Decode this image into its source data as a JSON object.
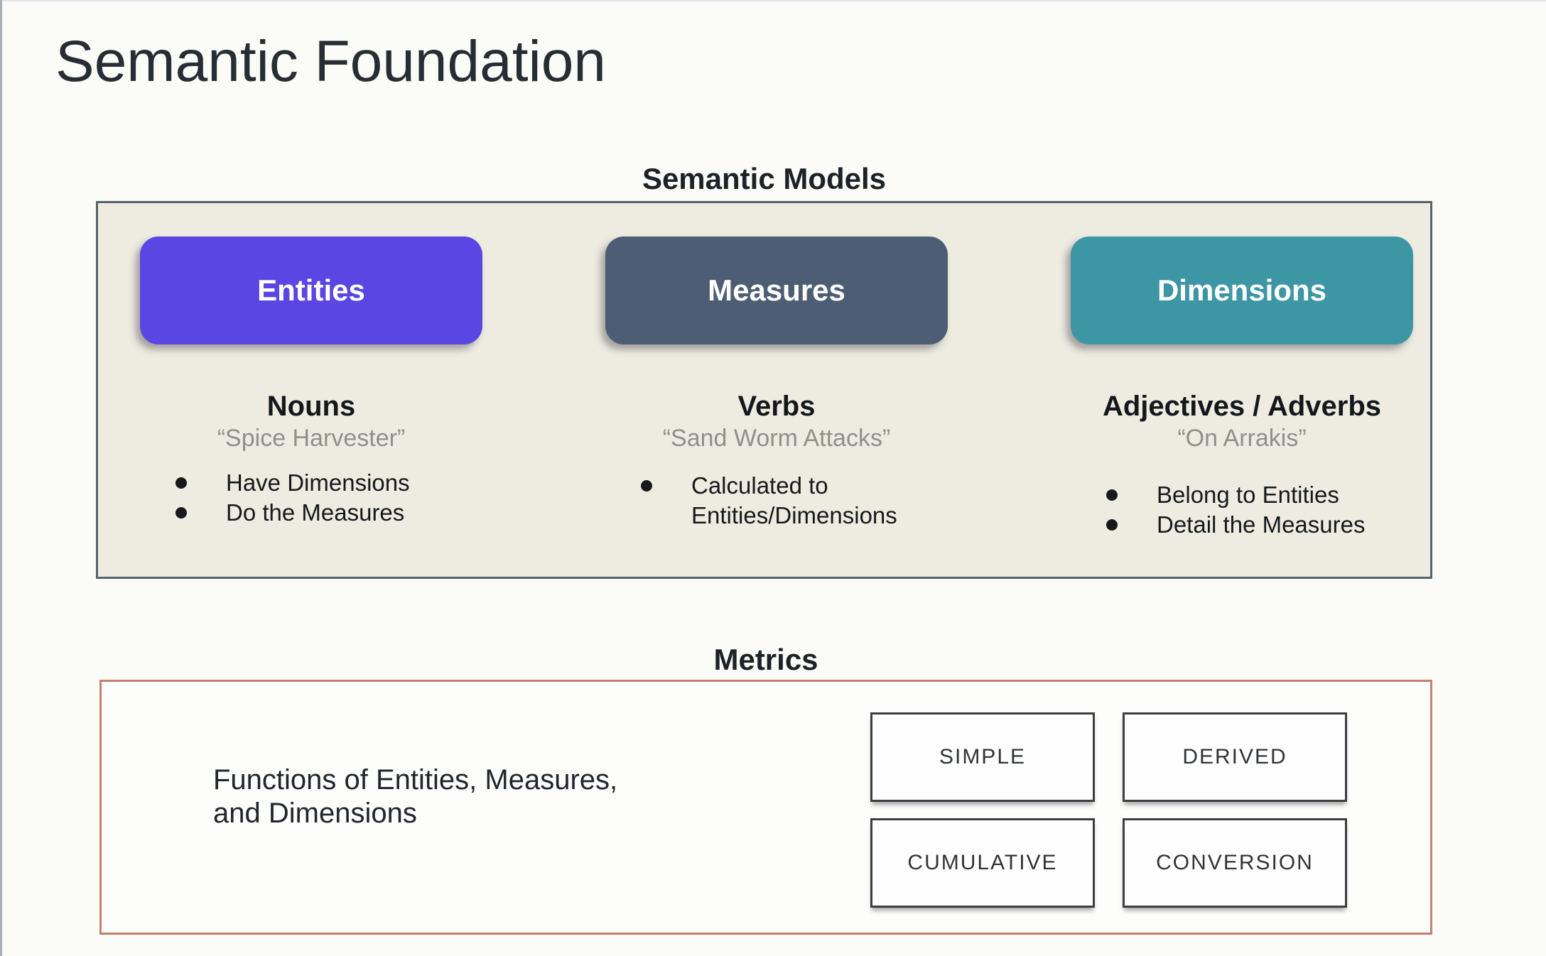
{
  "slide": {
    "title": "Semantic Foundation"
  },
  "semantic_models": {
    "heading": "Semantic Models",
    "panel_bg": "#eeebe1",
    "panel_border_color": "#57636a",
    "columns": [
      {
        "button_label": "Entities",
        "button_color": "#5a46e2",
        "role": "Nouns",
        "example": "“Spice Harvester”",
        "bullets": [
          "Have Dimensions",
          "Do the Measures"
        ]
      },
      {
        "button_label": "Measures",
        "button_color": "#4d5e74",
        "role": "Verbs",
        "example": "“Sand Worm Attacks”",
        "bullets": [
          "Calculated to Entities/Dimensions"
        ]
      },
      {
        "button_label": "Dimensions",
        "button_color": "#3d96a4",
        "role": "Adjectives / Adverbs",
        "example": "“On Arrakis”",
        "bullets": [
          "Belong to Entities",
          "Detail the Measures"
        ]
      }
    ]
  },
  "metrics": {
    "heading": "Metrics",
    "border_color": "#c5806e",
    "description": [
      "Functions of Entities, Measures,",
      "and Dimensions"
    ],
    "types": [
      "SIMPLE",
      "DERIVED",
      "CUMULATIVE",
      "CONVERSION"
    ]
  }
}
